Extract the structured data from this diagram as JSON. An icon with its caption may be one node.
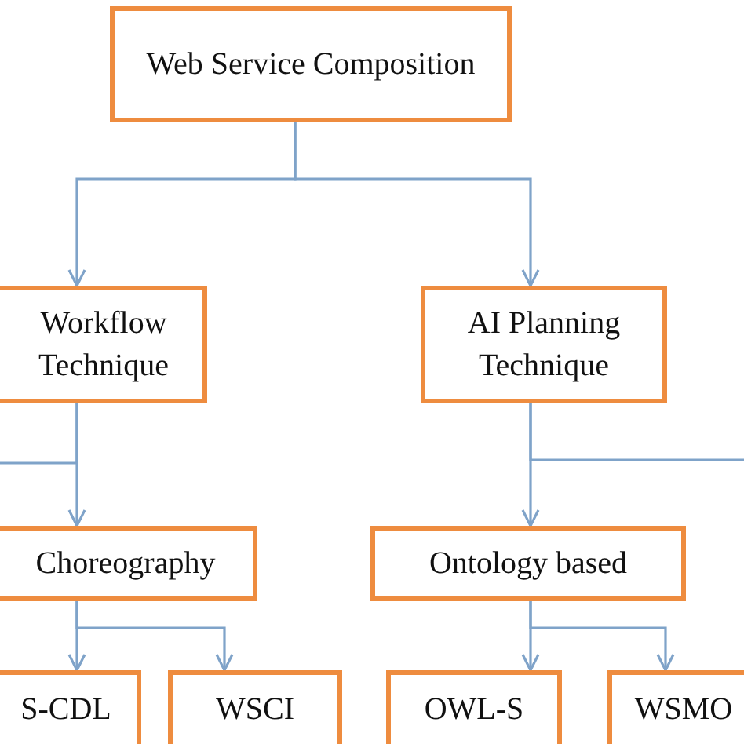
{
  "diagram": {
    "nodes": [
      {
        "text": [
          "Web Service Composition"
        ]
      },
      {
        "text": [
          "Workflow Technique"
        ]
      },
      {
        "text": [
          "AI Planning Technique"
        ]
      },
      {
        "text": [
          "Choreography"
        ]
      },
      {
        "text": [
          "Ontology based"
        ]
      },
      {
        "text": [
          "S-CDL"
        ]
      },
      {
        "text": [
          "WSCI"
        ]
      },
      {
        "text": [
          "OWL-S"
        ]
      },
      {
        "text": [
          "WSMO"
        ]
      }
    ],
    "edges": [
      {
        "from": 0,
        "to": 1,
        "arrow": "to"
      },
      {
        "from": 0,
        "to": 2,
        "arrow": "to"
      },
      {
        "from": 1,
        "to": null,
        "arrow": "none"
      },
      {
        "from": 1,
        "to": 3,
        "arrow": "to"
      },
      {
        "from": 2,
        "to": null,
        "arrow": "none"
      },
      {
        "from": 2,
        "to": 4,
        "arrow": "to"
      },
      {
        "from": 3,
        "to": 5,
        "arrow": "to"
      },
      {
        "from": 3,
        "to": 6,
        "arrow": "to"
      },
      {
        "from": 4,
        "to": 7,
        "arrow": "to"
      },
      {
        "from": 4,
        "to": 8,
        "arrow": "to"
      }
    ]
  }
}
